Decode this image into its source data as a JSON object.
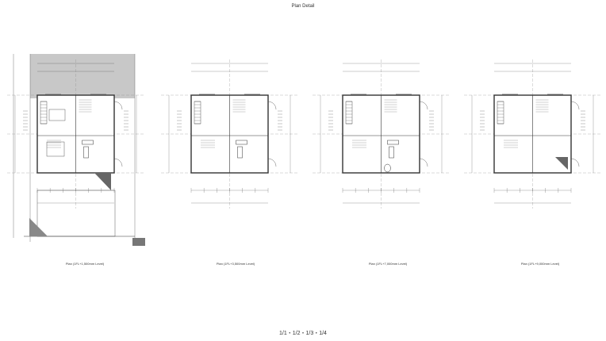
{
  "sheet": {
    "title": "Plan Detail",
    "page_indicator": "1/1・1/2・1/3・1/4"
  },
  "plans": [
    {
      "caption": "Plan (1FL+1,500mm Level)"
    },
    {
      "caption": "Plan (1FL+3,500mm Level)"
    },
    {
      "caption": "Plan (1FL+7,000mm Level)"
    },
    {
      "caption": "Plan (1FL+9,000mm Level)"
    }
  ]
}
